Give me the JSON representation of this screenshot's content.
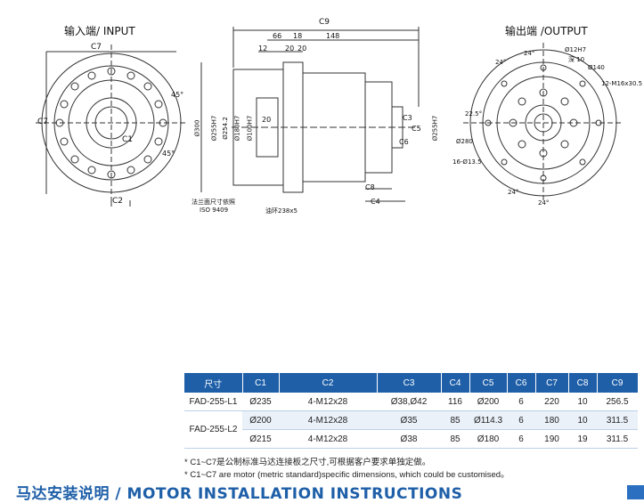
{
  "drawing": {
    "input_label": "输入端/ INPUT",
    "output_label": "输出端 /OUTPUT",
    "input_view": {
      "c7_top": "C7",
      "c7_side": "C7",
      "c1": "C1",
      "c2": "C2",
      "angle_45a": "45°",
      "angle_45b": "45°"
    },
    "side_view": {
      "c9": "C9",
      "d66": "66",
      "d18": "18",
      "d148": "148",
      "d12": "12",
      "d20a": "20",
      "d20b": "20",
      "d20c": "20",
      "dia300": "Ø300",
      "dia255": "Ø255H7",
      "dia254": "Ø254.2",
      "dia180": "Ø180H7",
      "dia100": "Ø100H7",
      "c3": "C3",
      "c5": "C5",
      "c6": "C6",
      "dia255b": "Ø255H7",
      "c8": "C8",
      "c4": "C4",
      "note_flange": "法兰面尺寸依照",
      "note_iso": "ISO 9409",
      "note_oring": "油环238x5"
    },
    "output_view": {
      "a24a": "24°",
      "a24b": "24°",
      "a24c": "24°",
      "a24d": "24°",
      "a225": "22.5°",
      "dia12": "Ø12H7",
      "deep10": "深 10",
      "dia140": "Ø140",
      "m16": "12-M16x30.5",
      "dia280": "Ø280",
      "holes": "16-Ø13.5"
    }
  },
  "table": {
    "headers": [
      "尺寸",
      "C1",
      "C2",
      "C3",
      "C4",
      "C5",
      "C6",
      "C7",
      "C8",
      "C9"
    ],
    "rows": [
      [
        "FAD-255-L1",
        "Ø235",
        "4-M12x28",
        "Ø38,Ø42",
        "116",
        "Ø200",
        "6",
        "220",
        "10",
        "256.5"
      ],
      [
        "",
        "Ø200",
        "4-M12x28",
        "Ø35",
        "85",
        "Ø114.3",
        "6",
        "180",
        "10",
        "311.5"
      ],
      [
        "FAD-255-L2",
        "Ø215",
        "4-M12x28",
        "Ø38",
        "85",
        "Ø180",
        "6",
        "190",
        "19",
        "311.5"
      ]
    ]
  },
  "notes": [
    "* C1~C7是公制标准马达连接板之尺寸,可根据客户要求单独定做。",
    "* C1~C7 are motor (metric standard)specific dimensions, which could be customised。"
  ],
  "section_title": "马达安装说明 / MOTOR INSTALLATION INSTRUCTIONS"
}
